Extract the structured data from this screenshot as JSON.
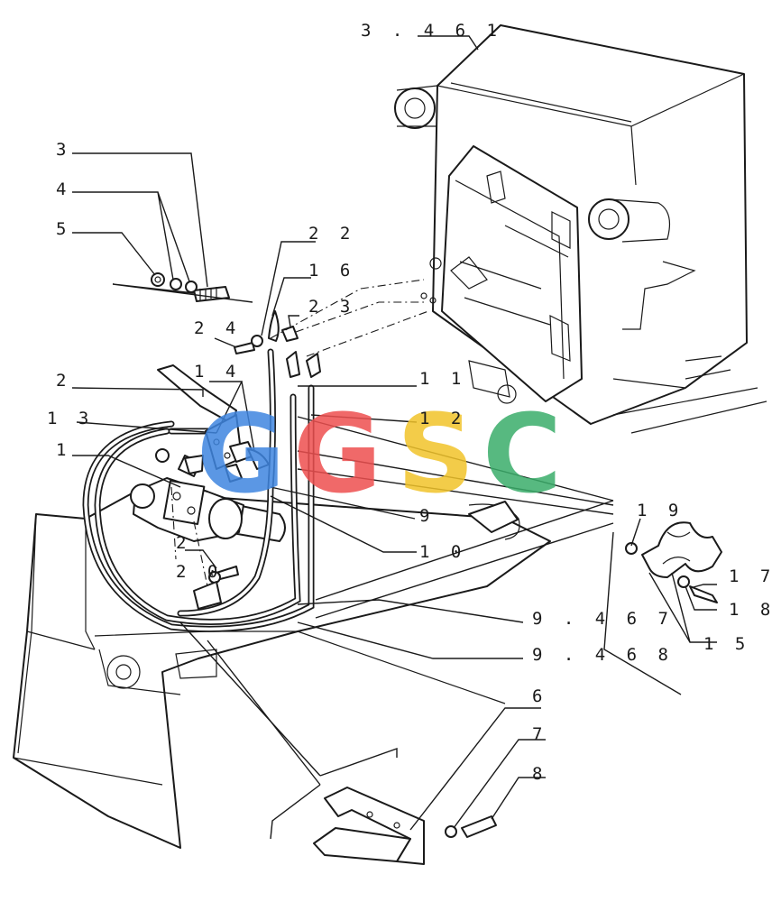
{
  "labels": {
    "l3461": "3 . 4 6 1",
    "l3": "3",
    "l4": "4",
    "l5": "5",
    "l22": "2 2",
    "l16": "1 6",
    "l23": "2 3",
    "l24": "2 4",
    "l14": "1 4",
    "l2a": "2",
    "l13": "1 3",
    "l1": "1",
    "l11": "1 1",
    "l12": "1 2",
    "l9": "9",
    "l10": "1 0",
    "l19": "1 9",
    "l17": "1 7",
    "l18": "1 8",
    "l15": "1 5",
    "l2b": "2",
    "l20": "2 0",
    "l9467": "9 . 4 6 7",
    "l9468": "9 . 4 6 8",
    "l6": "6",
    "l7": "7",
    "l8": "8"
  },
  "watermark": {
    "letters": [
      "G",
      "G",
      "S",
      "C"
    ],
    "colors": [
      "#3f86e0",
      "#ee5050",
      "#f2c42a",
      "#3aad6a"
    ]
  }
}
